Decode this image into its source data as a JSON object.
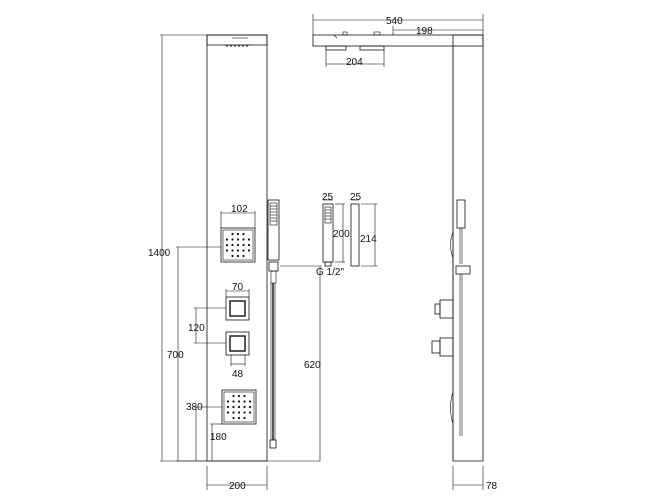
{
  "diagram": {
    "dimensions": {
      "total_height": "1400",
      "lower_jet_height": "700",
      "hand_shower_height": "620",
      "jet_spacing": "120",
      "bottom_jet_height": "380",
      "bottom_jet_offset": "180",
      "panel_width": "200",
      "spray_panel_width": "102",
      "control_width": "70",
      "control_inner_width": "48",
      "side_total_depth": "540",
      "side_head_depth": "198",
      "side_head_width": "204",
      "side_panel_depth": "78",
      "shower_head_width": "25",
      "shower_holder_width": "25",
      "shower_head_length": "200",
      "shower_holder_length": "214",
      "thread_label": "G 1/2\""
    }
  }
}
